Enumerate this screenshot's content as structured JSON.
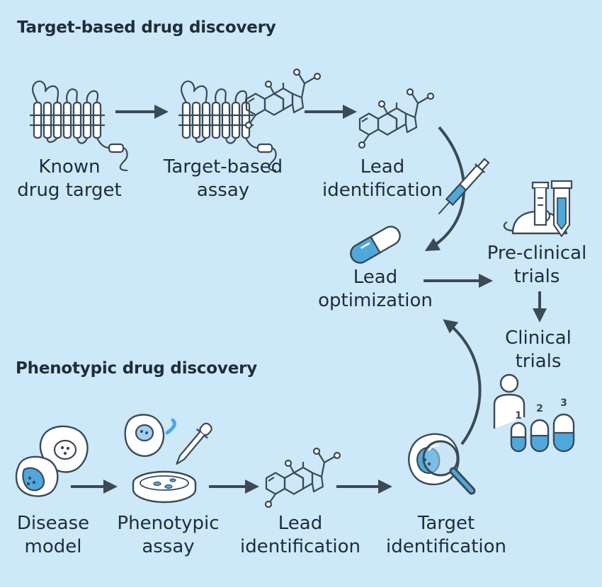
{
  "headings": {
    "target": "Target-based drug discovery",
    "phenotypic": "Phenotypic drug discovery"
  },
  "labels": {
    "known_target": [
      "Known",
      "drug target"
    ],
    "target_assay": [
      "Target-based",
      "assay"
    ],
    "lead_id_top": [
      "Lead",
      "identification"
    ],
    "lead_opt": [
      "Lead",
      "optimization"
    ],
    "preclinical": [
      "Pre-clinical",
      "trials"
    ],
    "clinical": [
      "Clinical",
      "trials"
    ],
    "disease_model": [
      "Disease",
      "model"
    ],
    "phenotypic_assay": [
      "Phenotypic",
      "assay"
    ],
    "lead_id_bottom": [
      "Lead",
      "identification"
    ],
    "target_id": [
      "Target",
      "identification"
    ]
  },
  "trial_phases": [
    "1",
    "2",
    "3"
  ],
  "colors": {
    "background": "#cde8f8",
    "ink": "#3b4a55",
    "accent_blue": "#4fa8dc",
    "light_blue": "#9fd0f0"
  },
  "icons": [
    "gpcr-receptor-icon",
    "steroid-molecule-icon",
    "capsule-icon",
    "syringe-icon",
    "mouse-icon",
    "test-tubes-icon",
    "person-icon",
    "cell-icon",
    "petri-dish-icon",
    "pipette-icon",
    "magnifier-icon",
    "arrow-icon"
  ]
}
